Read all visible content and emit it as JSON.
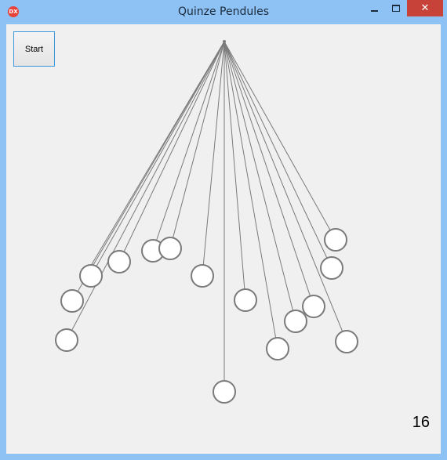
{
  "window": {
    "title": "Quinze Pendules",
    "icon": "dx-app-icon",
    "close_glyph": "✕"
  },
  "toolbar": {
    "start_label": "Start"
  },
  "counter": {
    "value": "16"
  },
  "pendulum_count": 16,
  "colors": {
    "titlebar": "#8ec2f5",
    "background": "#f0f0f0",
    "string": "#7a7a7a",
    "bob_fill": "#ffffff",
    "bob_stroke": "#7a7a7a",
    "close_button": "#c7433a",
    "button_border": "#3c98dd"
  }
}
